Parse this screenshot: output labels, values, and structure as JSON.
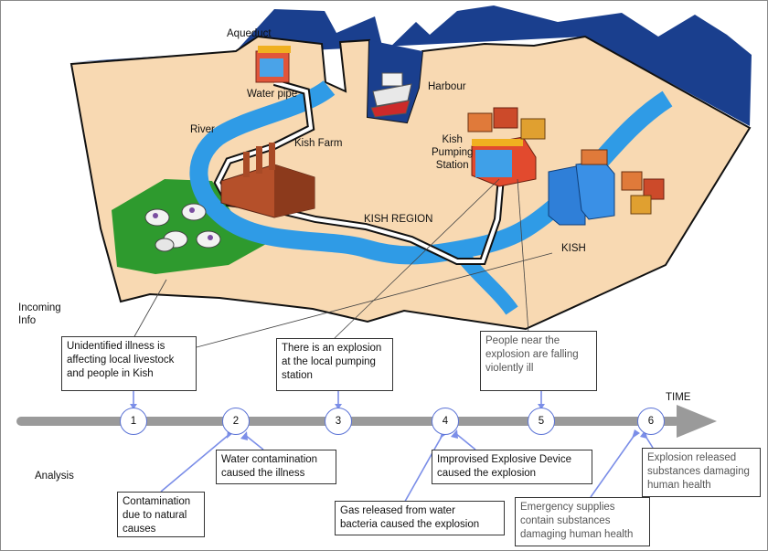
{
  "map": {
    "labels": {
      "aqueduct": "Aqueduct",
      "water_pipe": "Water pipe",
      "harbour": "Harbour",
      "river": "River",
      "kish_farm": "Kish Farm",
      "kish_pumping_station": "Kish\nPumping\nStation",
      "kish_region": "KISH REGION",
      "kish": "KISH"
    }
  },
  "side_labels": {
    "incoming_info": "Incoming\nInfo",
    "analysis": "Analysis",
    "time": "TIME"
  },
  "timeline": {
    "nodes": [
      "1",
      "2",
      "3",
      "4",
      "5",
      "6"
    ]
  },
  "incoming": [
    {
      "text": "Unidentified illness is\naffecting local livestock\nand people in Kish"
    },
    {
      "text": "There is an explosion\nat the local pumping\nstation"
    },
    {
      "text": "People near the\nexplosion are falling\nviolently ill"
    }
  ],
  "analysis": [
    {
      "text": "Water contamination\ncaused the illness"
    },
    {
      "text": "Contamination\ndue to natural\ncauses"
    },
    {
      "text": "Improvised Explosive Device\ncaused the explosion"
    },
    {
      "text": "Gas released from water\nbacteria caused the explosion"
    },
    {
      "text": "Emergency supplies\ncontain substances\ndamaging human health"
    },
    {
      "text": "Explosion released\nsubstances damaging\nhuman health"
    }
  ],
  "colors": {
    "sea": "#1a3f8e",
    "land": "#f8d9b2",
    "border": "#111111",
    "river": "#2f9be6",
    "field": "#2e9a2e",
    "timeline": "#9a9a9a",
    "connector": "#7b8ee8"
  }
}
